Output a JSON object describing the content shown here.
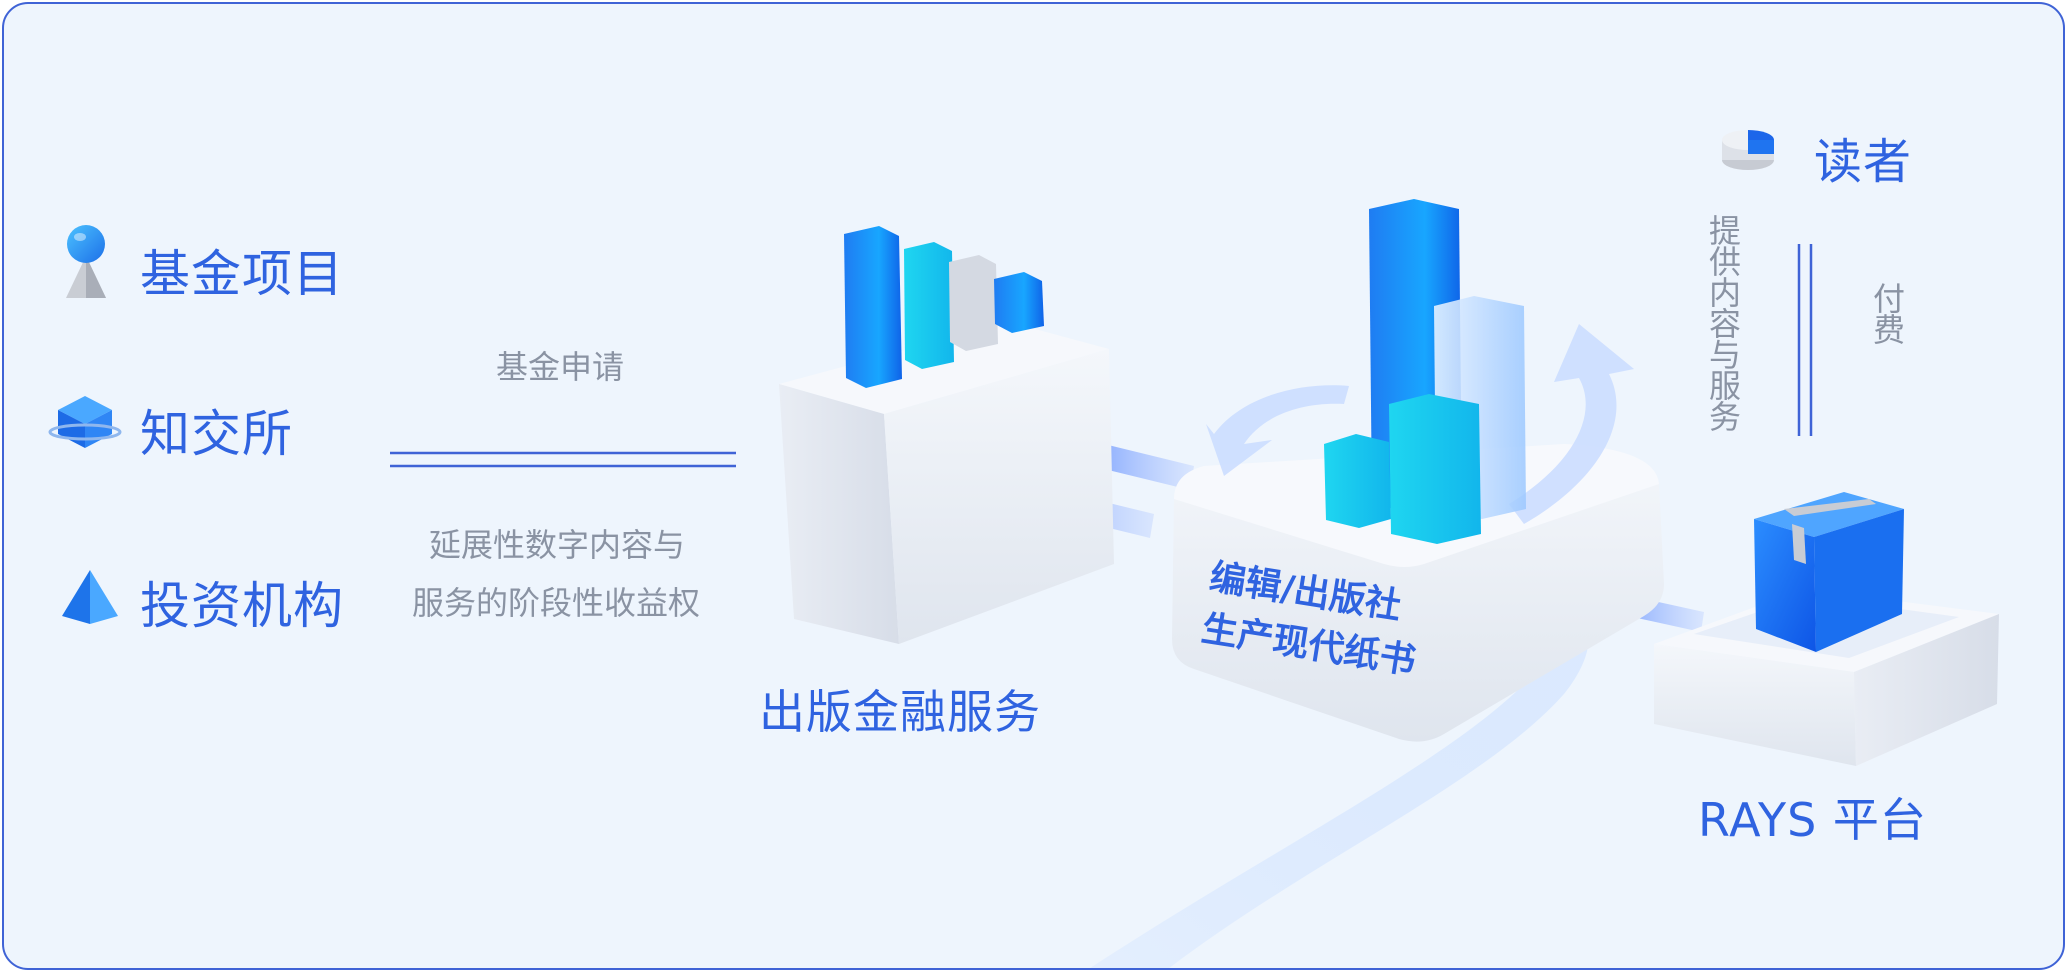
{
  "left_items": [
    {
      "label": "基金项目",
      "icon": "pin-icon"
    },
    {
      "label": "知交所",
      "icon": "cube-icon"
    },
    {
      "label": "投资机构",
      "icon": "cone-icon"
    }
  ],
  "flow_left": {
    "top_text": "基金申请",
    "bottom_line1": "延展性数字内容与",
    "bottom_line2": "服务的阶段性收益权"
  },
  "nodes": {
    "finance": "出版金融服务",
    "editor_line1": "编辑/出版社",
    "editor_line2": "生产现代纸书",
    "rays": "RAYS  平台",
    "reader": "读者"
  },
  "flow_right": {
    "provide": "提供内容与服务",
    "pay": "付费"
  },
  "colors": {
    "primary": "#2f63e0",
    "grey_text": "#8a93a3",
    "frame": "#3f63d6",
    "background": "#eef5fd"
  }
}
